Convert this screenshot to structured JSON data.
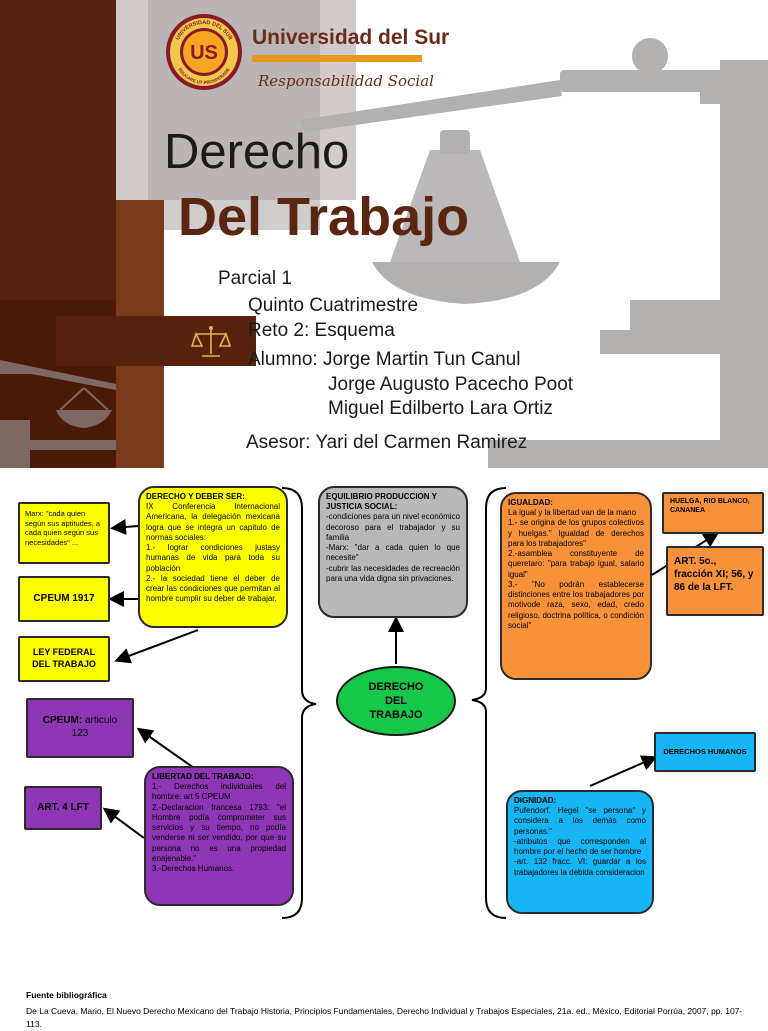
{
  "cover": {
    "university": "Universidad del Sur",
    "slogan": "Responsabilidad Social",
    "logo_initials": "US",
    "logo_ring_top": "UNIVERSIDAD DEL SUR",
    "logo_ring_bottom": "EDUCARE UT PROSPERARE",
    "title_line1": "Derecho",
    "title_line2": "Del Trabajo",
    "partial": "Parcial 1",
    "term": "Quinto Cuatrimestre",
    "challenge": "Reto 2: Esquema",
    "student_label": "Alumno: Jorge Martin Tun Canul",
    "student2": "Jorge Augusto Pacecho Poot",
    "student3": "Miguel Edilberto Lara Ortiz",
    "advisor": "Asesor: Yari del Carmen Ramirez",
    "colors": {
      "brown": "#58210d",
      "orange": "#e59a1f",
      "title_brown": "#5b2611",
      "gray": "#a9a4a4"
    }
  },
  "diagram": {
    "center": "DERECHO\nDEL\nTRABAJO",
    "marx_box": "Marx: \"cada quien según sus aptitudes, a cada quien según sus necesidades\" ...",
    "cpeum_1917": "CPEUM 1917",
    "ley_federal": "LEY FEDERAL DEL TRABAJO",
    "derecho_deber": {
      "title": "DERECHO Y DEBER SER:",
      "body": "IX Conferencia Internacional Americana, la delegación mexicana logra que se integra un capitulo de normas sociales:\n1.- lograr condiciones justasy humanas de vida para toda su población\n2.- la sociedad tiene el deber de crear las condiciones que permitan al hombre cumplir su deber de trabajar."
    },
    "equilibrio": {
      "title": "EQUILIBRIO PRODUCCION Y JUSTICIA SOCIAL:",
      "body": "-condiciones para un nivel económico decoroso para el trabajador y su familia\n-Marx: \"dar a cada quien lo que necesite\"\n-cubrir las necesidades de recreación para una vida digna sin privaciones."
    },
    "igualdad": {
      "title": "IGUALDAD:",
      "body": "La igual y la libertad van de la mano\n1.- se origina de los grupos colectivos y huelgas.\" Igualdad de derechos para los trabajadores\"\n2.-asamblea constituyente de queretaro: \"para trabajo igual, salario igual\"\n3.- \"No podrán establecerse distinciones entre los trabajadores por motivode raza, sexo, edad, credo religioso, doctrina política, o condición social\""
    },
    "huelga": "HUELGA, RIO BLANCO, CANANEA",
    "art5": "ART. 5o., fracción XI; 56, y 86 de la LFT.",
    "cpeum_art": {
      "bold": "CPEUM:",
      "rest": " articulo 123"
    },
    "art4": "ART. 4 LFT",
    "libertad": {
      "title": "LIBERTAD DEL TRABAJO:",
      "body": "1.- Derechos individuales del hombre: art 5 CPEUM\n2.-Declaracion francesa 1793: \"el Hombre podía comprometer sus servicios y su tiempo, no podía venderse ni ser vendido, por que su persona no es una propiedad enajenable.\"\n3.-Derechos Humanos."
    },
    "derechos_humanos": "DERECHOS HUMANOS",
    "dignidad": {
      "title": "DIGNIDAD:",
      "body": "Pufendorf. Hegel \"se persona\" y considera a los demás como personas.\"\n-atributos que corresponden al hombre por el hecho de ser hombre\n-art. 132 fracc. VI: guardar a los trabajadores la debida consideracion"
    },
    "colors": {
      "yellow": "#ffff00",
      "gray": "#b8b8b8",
      "orange": "#f7923a",
      "purple": "#8f36b6",
      "cyan": "#16b6f5",
      "green": "#16c74a"
    }
  },
  "footer": {
    "title": "Fuente bibliográfica",
    "body": "De La Cueva, Mario, El Nuevo Derecho Mexicano del Trabajo Historia, Principios Fundamentales, Derecho Individual y Trabajos Especiales, 21a. ed., México, Editorial Porrúa, 2007, pp. 107-113."
  }
}
